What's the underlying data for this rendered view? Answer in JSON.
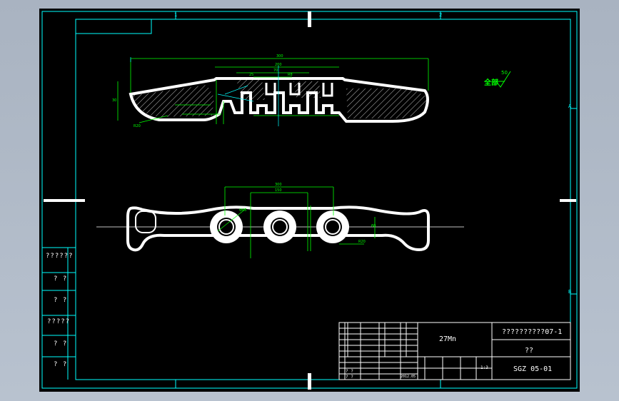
{
  "side_labels": [
    "??????",
    "? ?",
    "? ?",
    "?????",
    "? ?",
    "? ?"
  ],
  "title_block": {
    "drawing_name": "??????????07-1",
    "material": "??",
    "drawing_number": "SGZ 05-01",
    "part_name": "27Mn",
    "date": "2012.05",
    "scale": "1:3",
    "row_labels": [
      "? ?",
      "? ?"
    ]
  },
  "roughness_note": "全部",
  "roughness_value": "50",
  "zone_letters": [
    "A",
    "B"
  ],
  "zone_numbers": [
    "1",
    "2"
  ],
  "colors": {
    "background": "#000000",
    "frame": "#00ffff",
    "part": "#ffffff",
    "dimension": "#00ff00"
  }
}
